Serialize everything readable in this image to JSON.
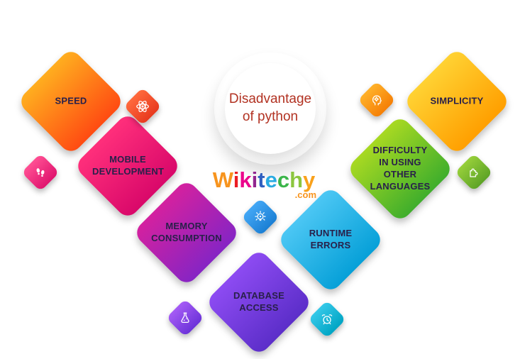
{
  "title": {
    "line1": "Disadvantage",
    "line2": "of python",
    "color": "#b23222"
  },
  "logo": {
    "letters": [
      {
        "ch": "W",
        "color": "#f7941e"
      },
      {
        "ch": "i",
        "color": "#ec1c24"
      },
      {
        "ch": "k",
        "color": "#eb008b"
      },
      {
        "ch": "i",
        "color": "#91268f"
      },
      {
        "ch": "t",
        "color": "#2f5fc0"
      },
      {
        "ch": "e",
        "color": "#29abe2"
      },
      {
        "ch": "c",
        "color": "#3bb54a"
      },
      {
        "ch": "h",
        "color": "#8cc63f"
      },
      {
        "ch": "y",
        "color": "#f9a11b"
      }
    ],
    "suffix": ".com",
    "suffix_color": "#f7941e"
  },
  "cards": [
    {
      "label": "SPEED",
      "color_from": "#ffae1f",
      "color_to": "#ff4b12"
    },
    {
      "label": "MOBILE DEVELOPMENT",
      "color_from": "#ff2f7b",
      "color_to": "#d9086a"
    },
    {
      "label": "MEMORY CONSUMPTION",
      "color_from": "#d4219f",
      "color_to": "#8624c4"
    },
    {
      "label": "DATABASE ACCESS",
      "color_from": "#8d4bf2",
      "color_to": "#5c2ec9"
    },
    {
      "label": "RUNTIME ERRORS",
      "color_from": "#4cc7f4",
      "color_to": "#06a0d8"
    },
    {
      "label": "DIFFICULTY IN USING OTHER LANGUAGES",
      "color_from": "#a8d922",
      "color_to": "#3fae2c"
    },
    {
      "label": "SIMPLICITY",
      "color_from": "#ffd233",
      "color_to": "#ff9f00"
    }
  ],
  "badges": [
    {
      "icon": "atom-icon",
      "color_from": "#ff6a3d",
      "color_to": "#e8391e"
    },
    {
      "icon": "footprints-icon",
      "color_from": "#ff4f93",
      "color_to": "#e0146e"
    },
    {
      "icon": "idea-icon",
      "color_from": "#43a7f5",
      "color_to": "#1b7fd4"
    },
    {
      "icon": "flask-icon",
      "color_from": "#a55bf5",
      "color_to": "#6c33d9"
    },
    {
      "icon": "alarm-clock-icon",
      "color_from": "#35c8e8",
      "color_to": "#00a5c4"
    },
    {
      "icon": "head-gears-icon",
      "color_from": "#ffb129",
      "color_to": "#f57f06"
    },
    {
      "icon": "puzzle-icon",
      "color_from": "#97cf3a",
      "color_to": "#5da326"
    }
  ]
}
